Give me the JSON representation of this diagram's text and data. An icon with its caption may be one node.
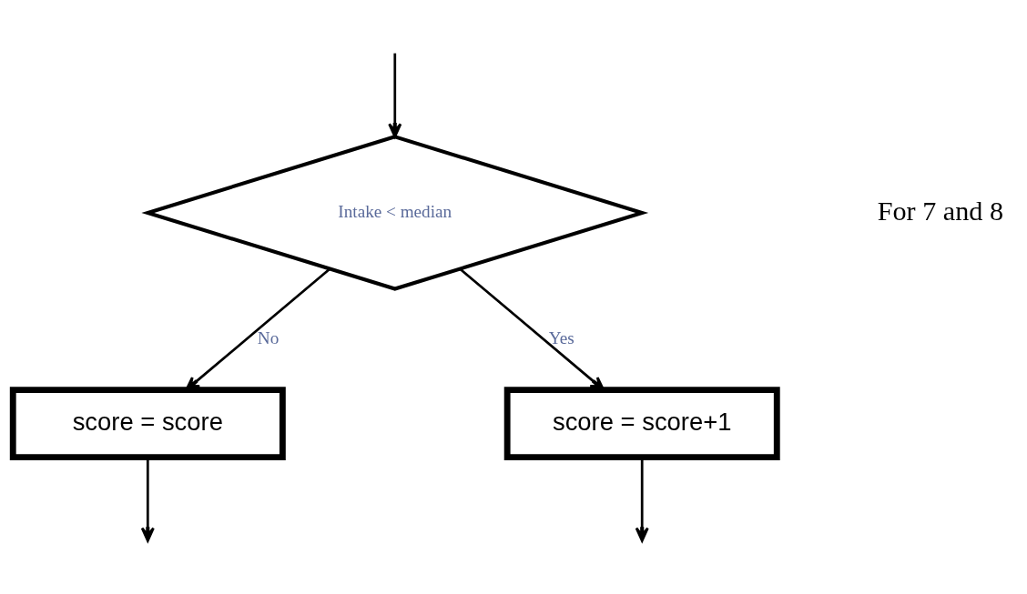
{
  "diagram": {
    "nodes": [
      {
        "text": [
          "Intake < median"
        ]
      },
      {
        "text": [
          "score = score"
        ]
      },
      {
        "text": [
          "score = score+1"
        ]
      }
    ],
    "edges": [
      {
        "from": null,
        "to": 0,
        "arrow": "to"
      },
      {
        "from": 0,
        "to": 1,
        "label": "No",
        "arrow": "to"
      },
      {
        "from": 0,
        "to": 2,
        "label": "Yes",
        "arrow": "to"
      },
      {
        "from": 1,
        "to": null,
        "arrow": "to"
      },
      {
        "from": 2,
        "to": null,
        "arrow": "to"
      }
    ],
    "labels": [
      "For 7 and 8"
    ]
  }
}
